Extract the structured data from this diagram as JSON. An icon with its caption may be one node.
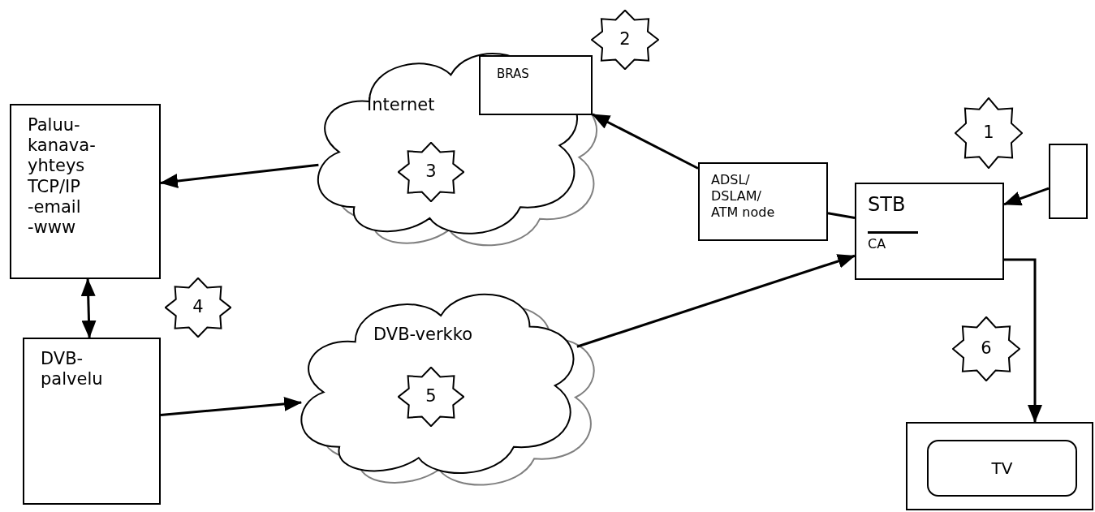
{
  "diagram": {
    "nodes": [
      {
        "text": [
          "2"
        ]
      },
      {
        "text": [
          "Paluu- kanava- yhteys TCP/IP -email -www"
        ]
      },
      {
        "text": [
          "Internet"
        ]
      },
      {
        "text": [
          "BRAS"
        ]
      },
      {
        "text": [
          "3"
        ],
        "in": 2
      },
      {
        "text": [
          "1"
        ]
      },
      {
        "text": [],
        "shape": "box"
      },
      {
        "text": [
          "ADSL/ DSLAM/ ATM node"
        ]
      },
      {
        "text": [
          "STB",
          "CA"
        ]
      },
      {
        "text": [
          "4"
        ]
      },
      {
        "text": [
          "DVB- palvelu"
        ]
      },
      {
        "text": [
          "DVB-verkko"
        ]
      },
      {
        "text": [
          "5"
        ],
        "in": 11
      },
      {
        "text": [
          "6"
        ]
      },
      {
        "text": [],
        "shape": "box"
      },
      {
        "text": [
          "TV"
        ],
        "in": 14
      }
    ],
    "edges": [
      {
        "from": 2,
        "to": 1,
        "arrow": "to"
      },
      {
        "from": 7,
        "to": 3,
        "arrow": "to"
      },
      {
        "from": 8,
        "to": 7,
        "arrow": "none"
      },
      {
        "from": 6,
        "to": 8,
        "arrow": "to"
      },
      {
        "from": 1,
        "to": 10,
        "arrow": "both"
      },
      {
        "from": 10,
        "to": 11,
        "arrow": "to"
      },
      {
        "from": 11,
        "to": 8,
        "arrow": "to"
      },
      {
        "from": 8,
        "to": 14,
        "arrow": "to"
      }
    ]
  }
}
